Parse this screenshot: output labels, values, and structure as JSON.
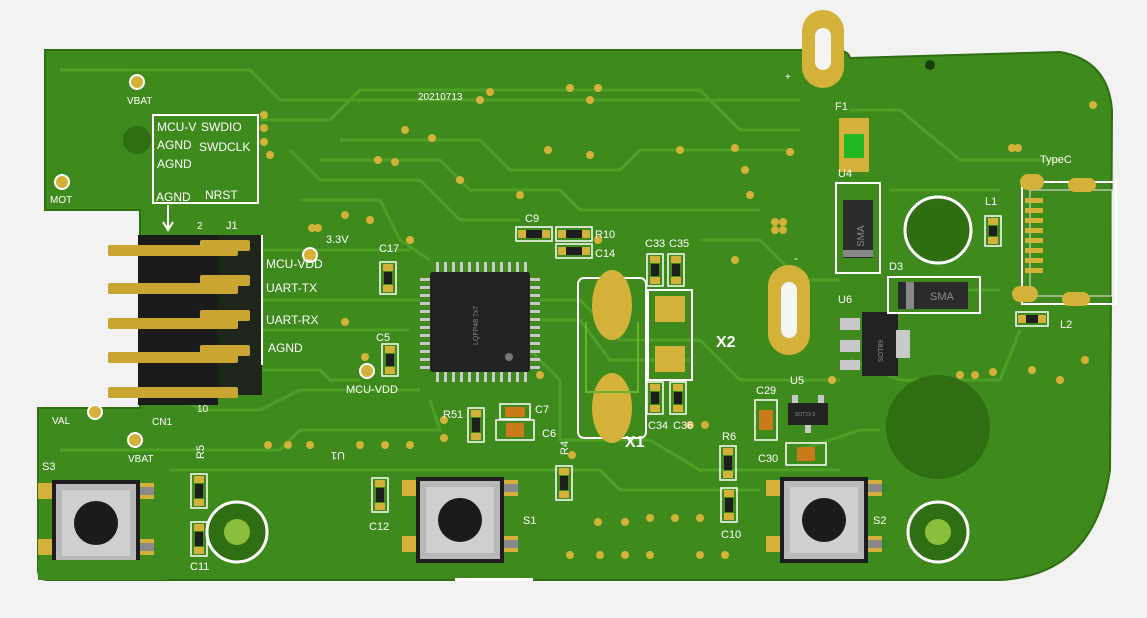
{
  "board": {
    "date_code": "20210713",
    "colors": {
      "background": "#f2f2f2",
      "pcb": "#3f8a1c",
      "pcb_dark": "#2f6e12",
      "trace": "#4fa326",
      "pad_gold": "#d4b23a",
      "silkscreen": "#ffffff",
      "header_black": "#1b1b1b",
      "pin_gold": "#caa531",
      "chip": "#222222",
      "led_green": "#23b823"
    }
  },
  "labels": {
    "vbat_top": "VBAT",
    "mot": "MOT",
    "val": "VAL",
    "cn1": "CN1",
    "vbat_bottom": "VBAT",
    "net_3v3": "3.3V",
    "mcu_vdd_pad": "MCU-VDD",
    "typec": "TypeC",
    "plus": "+",
    "minus": "-"
  },
  "swd_box": {
    "mcu_v": "MCU-V",
    "swdio": "SWDIO",
    "agnd1": "AGND",
    "swdclk": "SWDCLK",
    "agnd2": "AGND",
    "agnd3": "AGND",
    "nrst": "NRST"
  },
  "header": {
    "ref": "J1",
    "pin_top": "2",
    "pin_bottom": "10",
    "pin_labels": [
      "MCU-VDD",
      "UART-TX",
      "UART-RX",
      "AGND"
    ]
  },
  "components": {
    "C17": "C17",
    "C5": "C5",
    "C9": "C9",
    "R10": "R10",
    "C14": "C14",
    "C33": "C33",
    "C35": "C35",
    "X2": "X2",
    "C34": "C34",
    "C36": "C36",
    "X1": "X1",
    "R51": "R51",
    "C7": "C7",
    "C6": "C6",
    "R4": "R4",
    "U1": "U1",
    "R5": "R5",
    "S3": "S3",
    "C11": "C11",
    "C12": "C12",
    "S1": "S1",
    "R6": "R6",
    "C10": "C10",
    "C29": "C29",
    "U5": "U5",
    "C30": "C30",
    "S2": "S2",
    "U6": "U6",
    "D3": "D3",
    "U4": "U4",
    "F1": "F1",
    "L1": "L1",
    "L2": "L2"
  },
  "package_marks": {
    "mcu": "LQFP48 7x7",
    "d_sma_1": "SMA",
    "d_sma_2": "SMA",
    "u6": "SOT89",
    "u5": "SOT23-3"
  }
}
